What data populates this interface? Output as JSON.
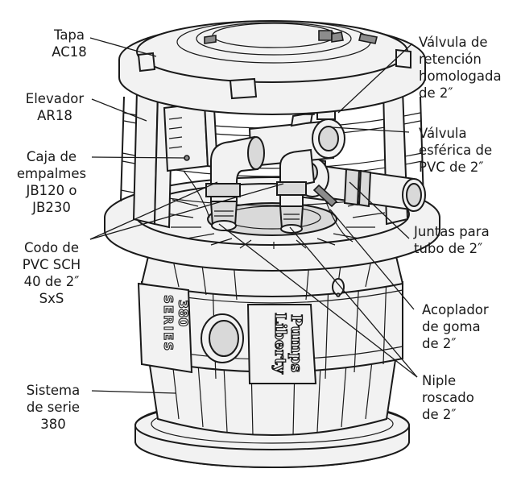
{
  "labels": {
    "tapa": [
      "Tapa",
      "AC18"
    ],
    "elevador": [
      "Elevador",
      "AR18"
    ],
    "caja": [
      "Caja de",
      "empalmes",
      "JB120 o",
      "JB230"
    ],
    "codo": [
      "Codo de",
      "PVC SCH",
      "40 de 2″",
      "SxS"
    ],
    "sistema": [
      "Sistema",
      "de serie",
      "380"
    ],
    "valvula_retencion": [
      "Válvula de",
      "retención",
      "homologada",
      "de 2″"
    ],
    "valvula_esferica": [
      "Válvula",
      "esférica de",
      "PVC de 2″"
    ],
    "juntas": [
      "Juntas para",
      "tubo de 2″"
    ],
    "acoplador": [
      "Acoplador",
      "de goma",
      "de 2″"
    ],
    "niple": [
      "Niple",
      "roscado",
      "de 2″"
    ]
  },
  "product_text": {
    "series_word": "SERIES",
    "series_number": "380",
    "brand_line1": "Liberty",
    "brand_line2": "Pumps"
  },
  "colors": {
    "ink": "#1a1a1a",
    "fill_light": "#f2f2f2",
    "fill_mid": "#d9d9d9",
    "fill_dark": "#8c8c8c"
  }
}
